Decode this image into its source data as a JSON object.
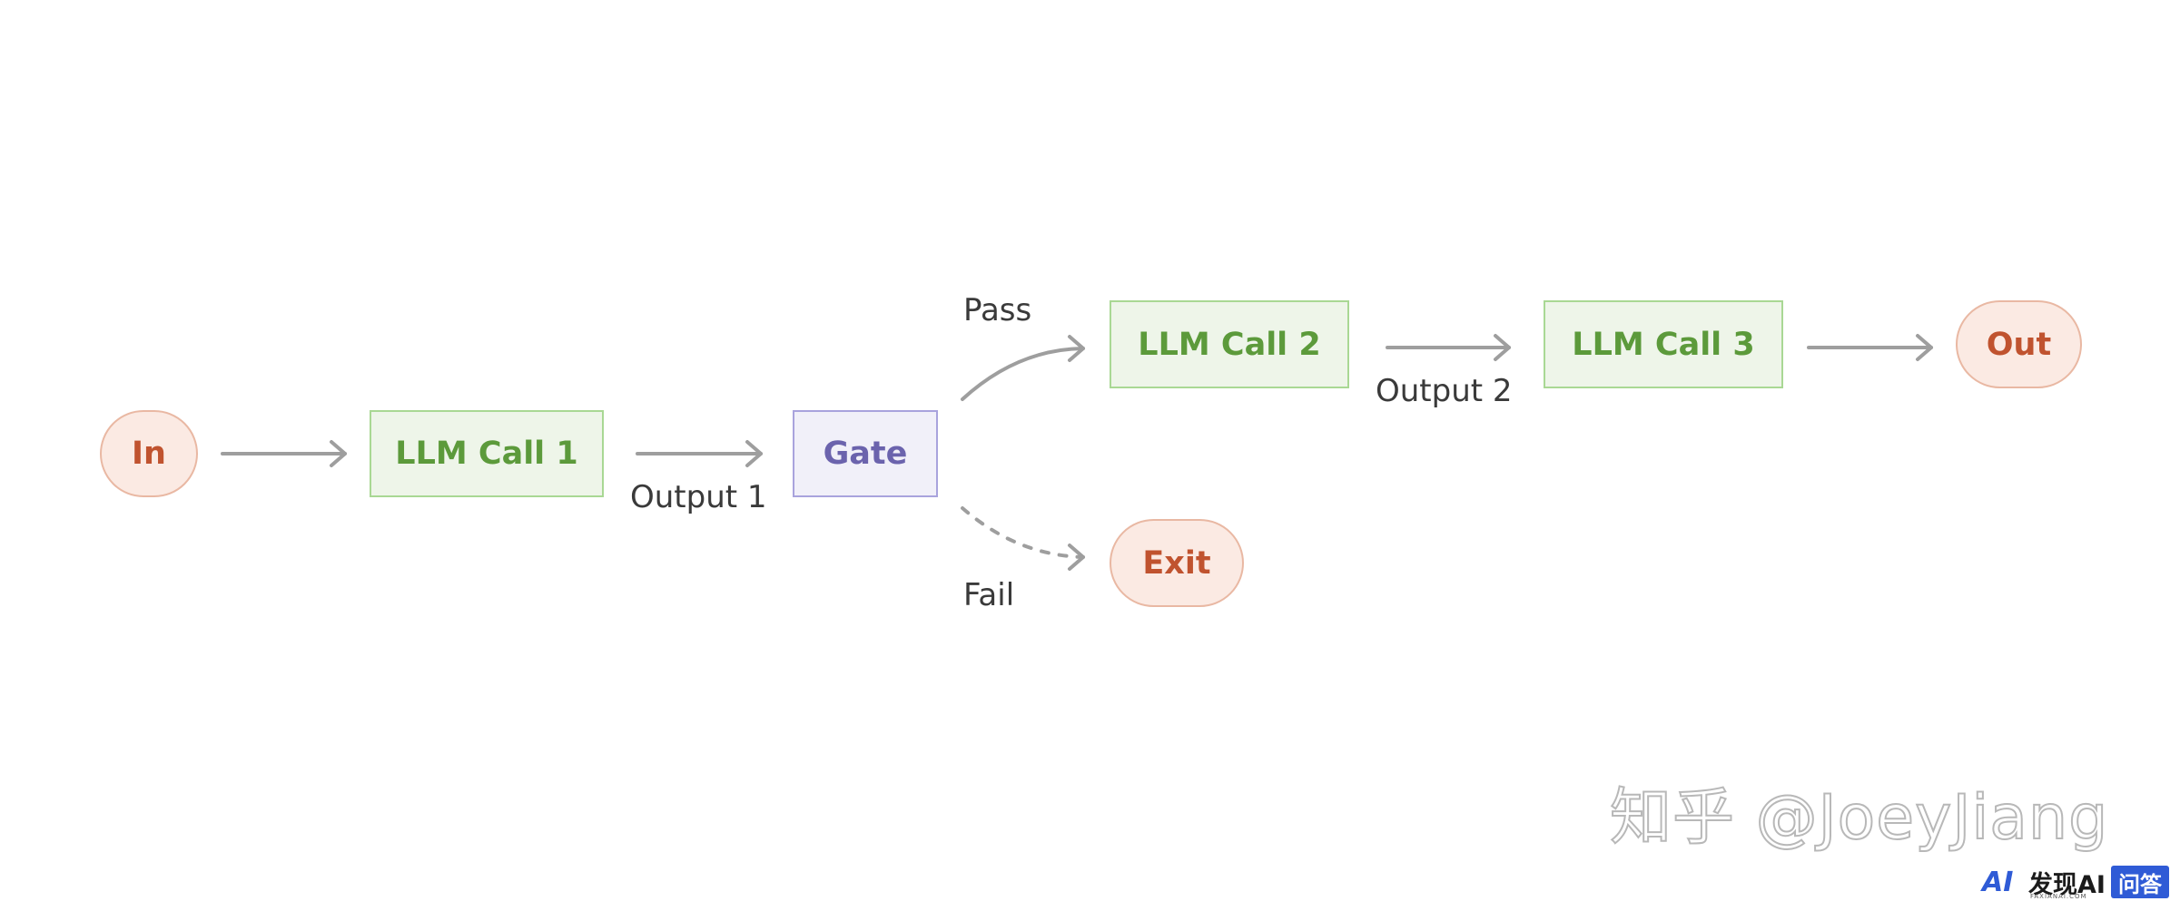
{
  "diagram": {
    "nodes": {
      "in": "In",
      "llm_call_1": "LLM Call 1",
      "gate": "Gate",
      "llm_call_2": "LLM Call 2",
      "llm_call_3": "LLM Call 3",
      "out": "Out",
      "exit": "Exit"
    },
    "edge_labels": {
      "output_1": "Output 1",
      "pass": "Pass",
      "fail": "Fail",
      "output_2": "Output 2"
    },
    "colors": {
      "terminal_fill": "#fbeae3",
      "terminal_stroke": "#e9b8a3",
      "terminal_text": "#c0532f",
      "llm_fill": "#eef5e9",
      "llm_stroke": "#a9d894",
      "llm_text": "#5c9a3b",
      "gate_fill": "#f1f0f9",
      "gate_stroke": "#a9a3dd",
      "gate_text": "#6b63ad",
      "arrow": "#9e9e9e"
    }
  },
  "watermark": {
    "text": "知乎 @JoeyJiang"
  },
  "logo": {
    "ai_mark": "AI",
    "brand_text": "发现AI",
    "badge_text": "问答",
    "sub_text": "FAXIANAI.COM"
  }
}
